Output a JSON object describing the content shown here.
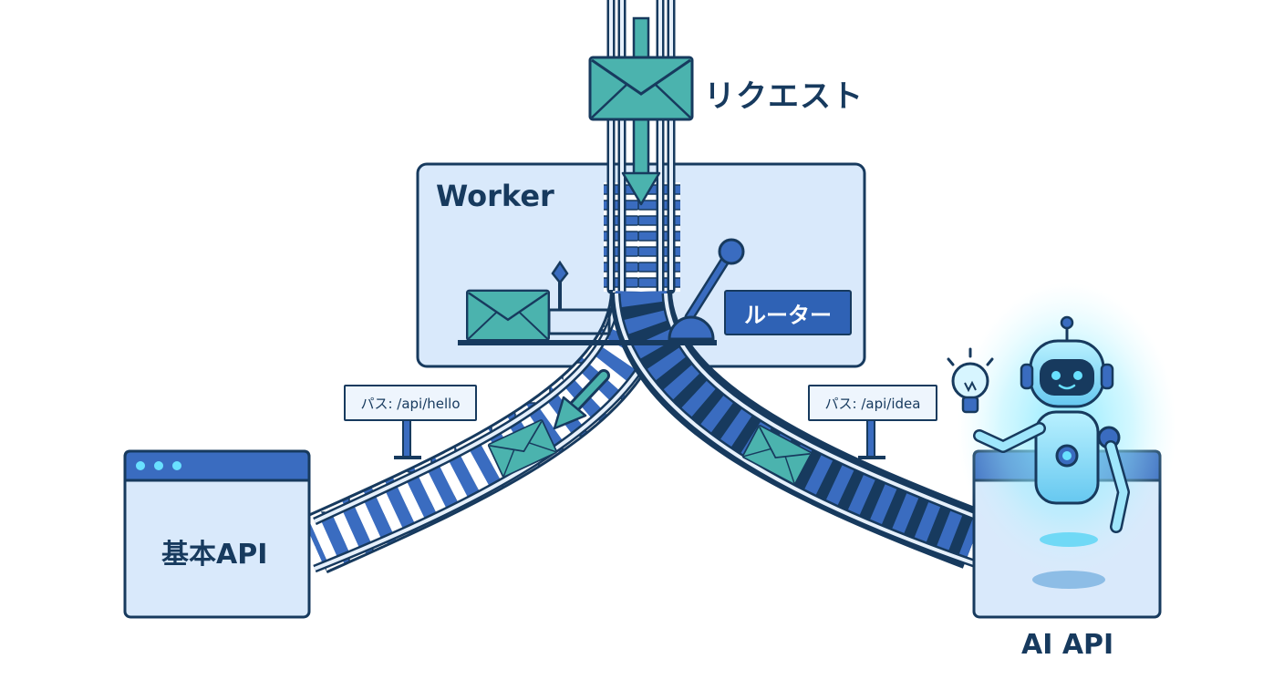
{
  "diagram": {
    "request": {
      "label": "リクエスト"
    },
    "worker": {
      "label": "Worker",
      "router_label": "ルーター"
    },
    "routes": [
      {
        "path_label": "パス: /api/hello",
        "target_label": "基本API"
      },
      {
        "path_label": "パス: /api/idea",
        "target_label": "AI API"
      }
    ]
  },
  "colors": {
    "outline": "#173a5e",
    "track_blue": "#3a6cc0",
    "panel_fill": "#d9e9fb",
    "envelope_teal": "#4bb3ae",
    "robot_glow": "#69e0ff"
  },
  "icons": [
    "envelope-icon",
    "switch-lever-icon",
    "lightbulb-icon",
    "robot-icon",
    "window-dots-icon"
  ]
}
